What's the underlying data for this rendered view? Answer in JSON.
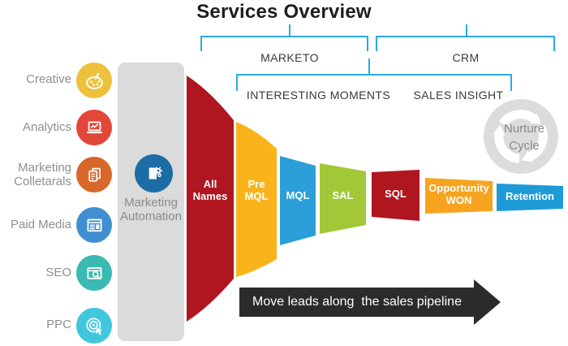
{
  "title": "Services Overview",
  "sidebar": {
    "items": [
      {
        "label": "Creative",
        "icon": "palette-icon",
        "color": "#EDC13C"
      },
      {
        "label": "Analytics",
        "icon": "laptop-chart-icon",
        "color": "#E2473A"
      },
      {
        "label": "Marketing Colletarals",
        "icon": "documents-icon",
        "color": "#D8672B"
      },
      {
        "label": "Paid Media",
        "icon": "browser-ad-icon",
        "color": "#418FD1"
      },
      {
        "label": "SEO",
        "icon": "browser-search-icon",
        "color": "#3ABAB0"
      },
      {
        "label": "PPC",
        "icon": "target-click-icon",
        "color": "#40C7DD"
      }
    ]
  },
  "automation": {
    "label": "Marketing Automation",
    "icon": "document-gear-icon",
    "color": "#1D6CA6",
    "bar_color": "#DBDBDB"
  },
  "brackets": {
    "color": "#29ABE2",
    "top": [
      {
        "label": "MARKETO"
      },
      {
        "label": "CRM"
      }
    ],
    "bottom": [
      {
        "label": "INTERESTING MOMENTS"
      },
      {
        "label": "SALES INSIGHT"
      }
    ]
  },
  "funnel": {
    "stages": [
      {
        "label": "All Names",
        "color": "#B0161F"
      },
      {
        "label": "Pre MQL",
        "color": "#F9B41C"
      },
      {
        "label": "MQL",
        "color": "#2C9FD8"
      },
      {
        "label": "SAL",
        "color": "#A2C837"
      },
      {
        "label": "SQL",
        "color": "#B0161F"
      },
      {
        "label": "Opportunity WON",
        "color": "#F6A41F"
      },
      {
        "label": "Retention",
        "color": "#1E9BD7"
      }
    ]
  },
  "nurture": {
    "label": "Nurture Cycle",
    "icon": "recycle-icon",
    "icon_color": "#DCDCDC"
  },
  "pipeline": {
    "label": "Move leads along  the sales pipeline",
    "color": "#2B2B2B"
  }
}
